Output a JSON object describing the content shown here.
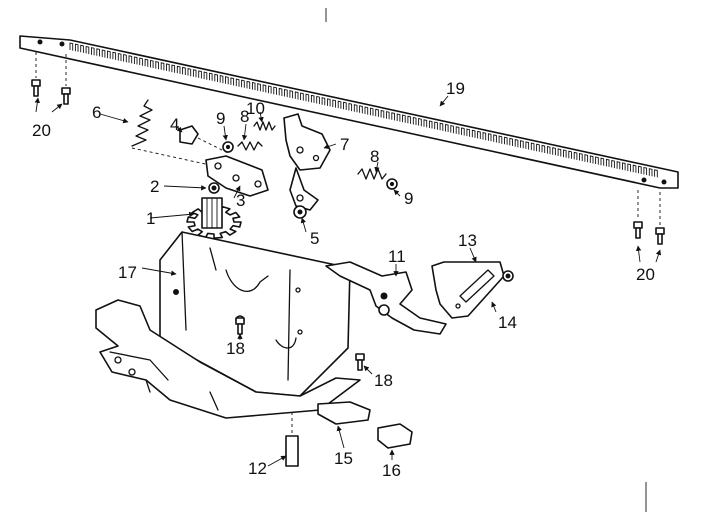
{
  "callouts": {
    "c1": "1",
    "c2": "2",
    "c3": "3",
    "c4": "4",
    "c5": "5",
    "c6": "6",
    "c7": "7",
    "c8a": "8",
    "c8b": "8",
    "c9a": "9",
    "c9b": "9",
    "c10": "10",
    "c11": "11",
    "c12": "12",
    "c13": "13",
    "c14": "14",
    "c15": "15",
    "c16": "16",
    "c17": "17",
    "c18a": "18",
    "c18b": "18",
    "c19": "19",
    "c20a": "20",
    "c20b": "20"
  }
}
